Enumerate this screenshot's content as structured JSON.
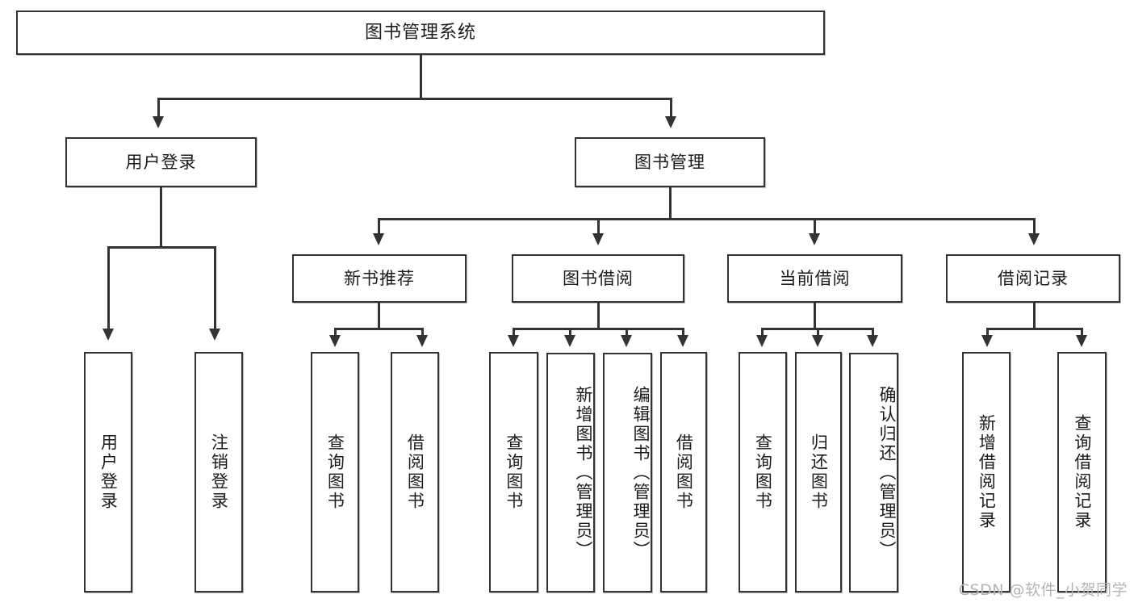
{
  "diagram": {
    "title": "图书管理系统",
    "watermark": "CSDN @软件_小贺同学",
    "colors": {
      "border": "#333333",
      "background": "#ffffff",
      "text": "#1b1b1b",
      "watermark": "#b4b4b4"
    },
    "levels": {
      "root": {
        "label": "图书管理系统"
      },
      "level2": [
        {
          "label": "用户登录"
        },
        {
          "label": "图书管理"
        }
      ],
      "level3": [
        {
          "label": "新书推荐"
        },
        {
          "label": "图书借阅"
        },
        {
          "label": "当前借阅"
        },
        {
          "label": "借阅记录"
        }
      ],
      "leaves": [
        {
          "label": "用户登录",
          "parent": "用户登录"
        },
        {
          "label": "注销登录",
          "parent": "用户登录"
        },
        {
          "label": "查询图书",
          "parent": "新书推荐"
        },
        {
          "label": "借阅图书",
          "parent": "新书推荐"
        },
        {
          "label": "查询图书",
          "parent": "图书借阅"
        },
        {
          "label": "新增图书（管理员）",
          "parent": "图书借阅"
        },
        {
          "label": "编辑图书（管理员）",
          "parent": "图书借阅"
        },
        {
          "label": "借阅图书",
          "parent": "图书借阅"
        },
        {
          "label": "查询图书",
          "parent": "当前借阅"
        },
        {
          "label": "归还图书",
          "parent": "当前借阅"
        },
        {
          "label": "确认归还（管理员）",
          "parent": "当前借阅"
        },
        {
          "label": "新增借阅记录",
          "parent": "借阅记录"
        },
        {
          "label": "查询借阅记录",
          "parent": "借阅记录"
        }
      ]
    }
  }
}
